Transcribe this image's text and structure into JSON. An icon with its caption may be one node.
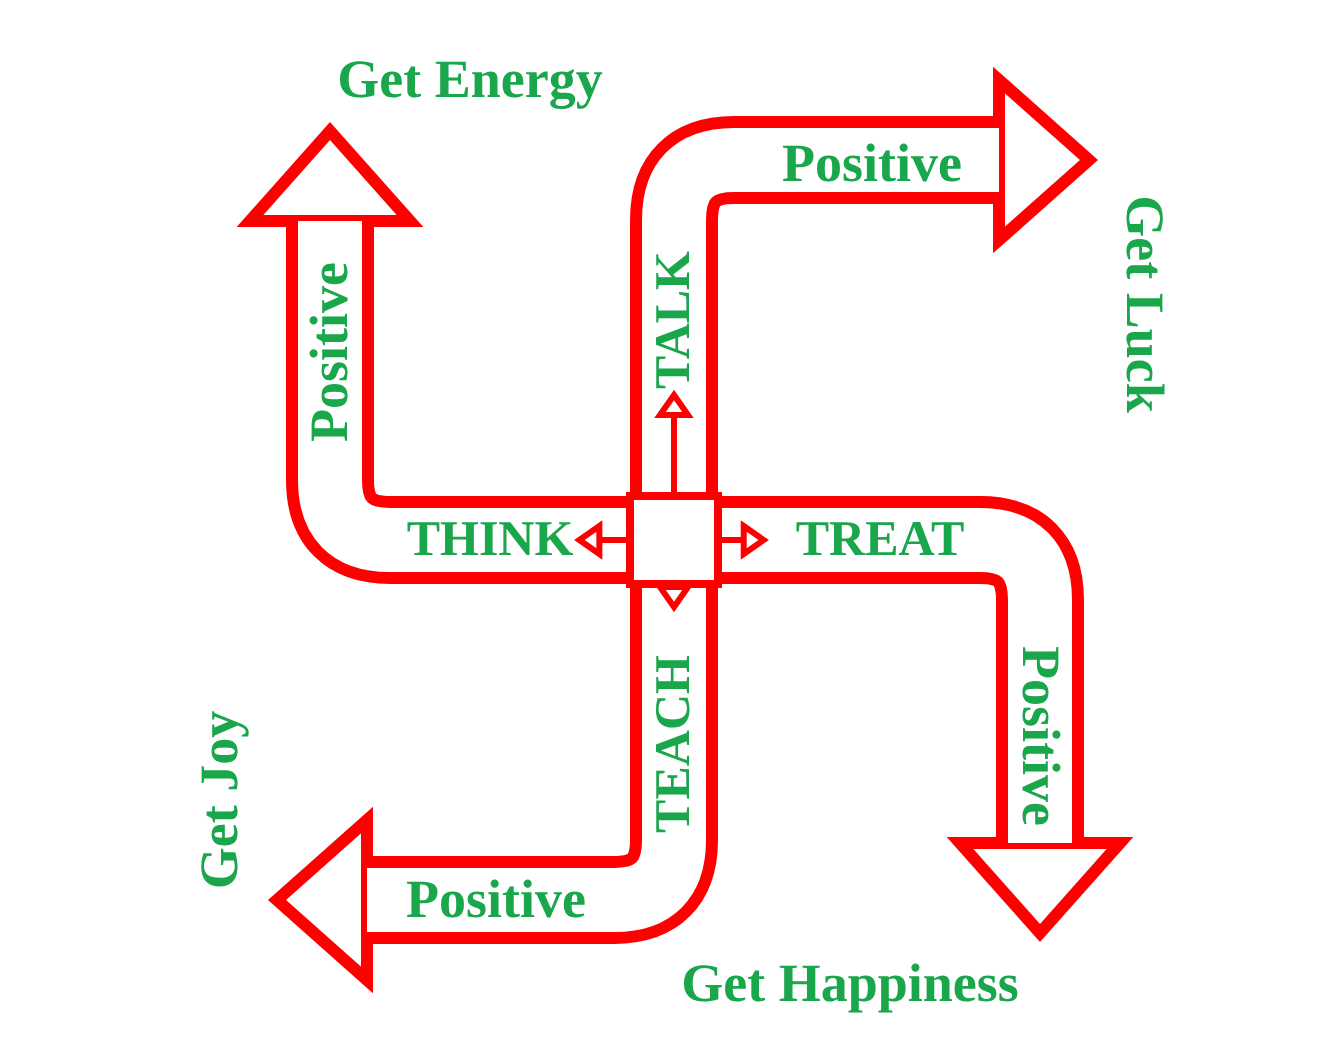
{
  "diagram": {
    "nodes": [
      {
        "text": [
          "Get Energy"
        ]
      },
      {
        "text": [
          "Get Luck"
        ]
      },
      {
        "text": [
          "TALK"
        ]
      },
      {
        "text": [
          "THINK"
        ]
      },
      {
        "text": [],
        "shape": "box"
      },
      {
        "text": [
          "TREAT"
        ]
      },
      {
        "text": [
          "Get Joy"
        ]
      },
      {
        "text": [
          "TEACH"
        ]
      },
      {
        "text": [
          "Get Happiness"
        ]
      }
    ],
    "edges": [
      {
        "from": 4,
        "to": 2,
        "arrow": "to"
      },
      {
        "from": 4,
        "to": 3,
        "arrow": "to"
      },
      {
        "from": 4,
        "to": 5,
        "arrow": "to"
      },
      {
        "from": 4,
        "to": 7,
        "arrow": "to"
      },
      {
        "from": 4,
        "to": 1,
        "arrow": "to",
        "label": "Positive",
        "style": "thick"
      },
      {
        "from": 4,
        "to": 0,
        "arrow": "to",
        "label": "Positive",
        "style": "thick"
      },
      {
        "from": 4,
        "to": 8,
        "arrow": "to",
        "label": "Positive",
        "style": "thick"
      },
      {
        "from": 4,
        "to": 6,
        "arrow": "to",
        "label": "Positive",
        "style": "thick"
      }
    ]
  }
}
